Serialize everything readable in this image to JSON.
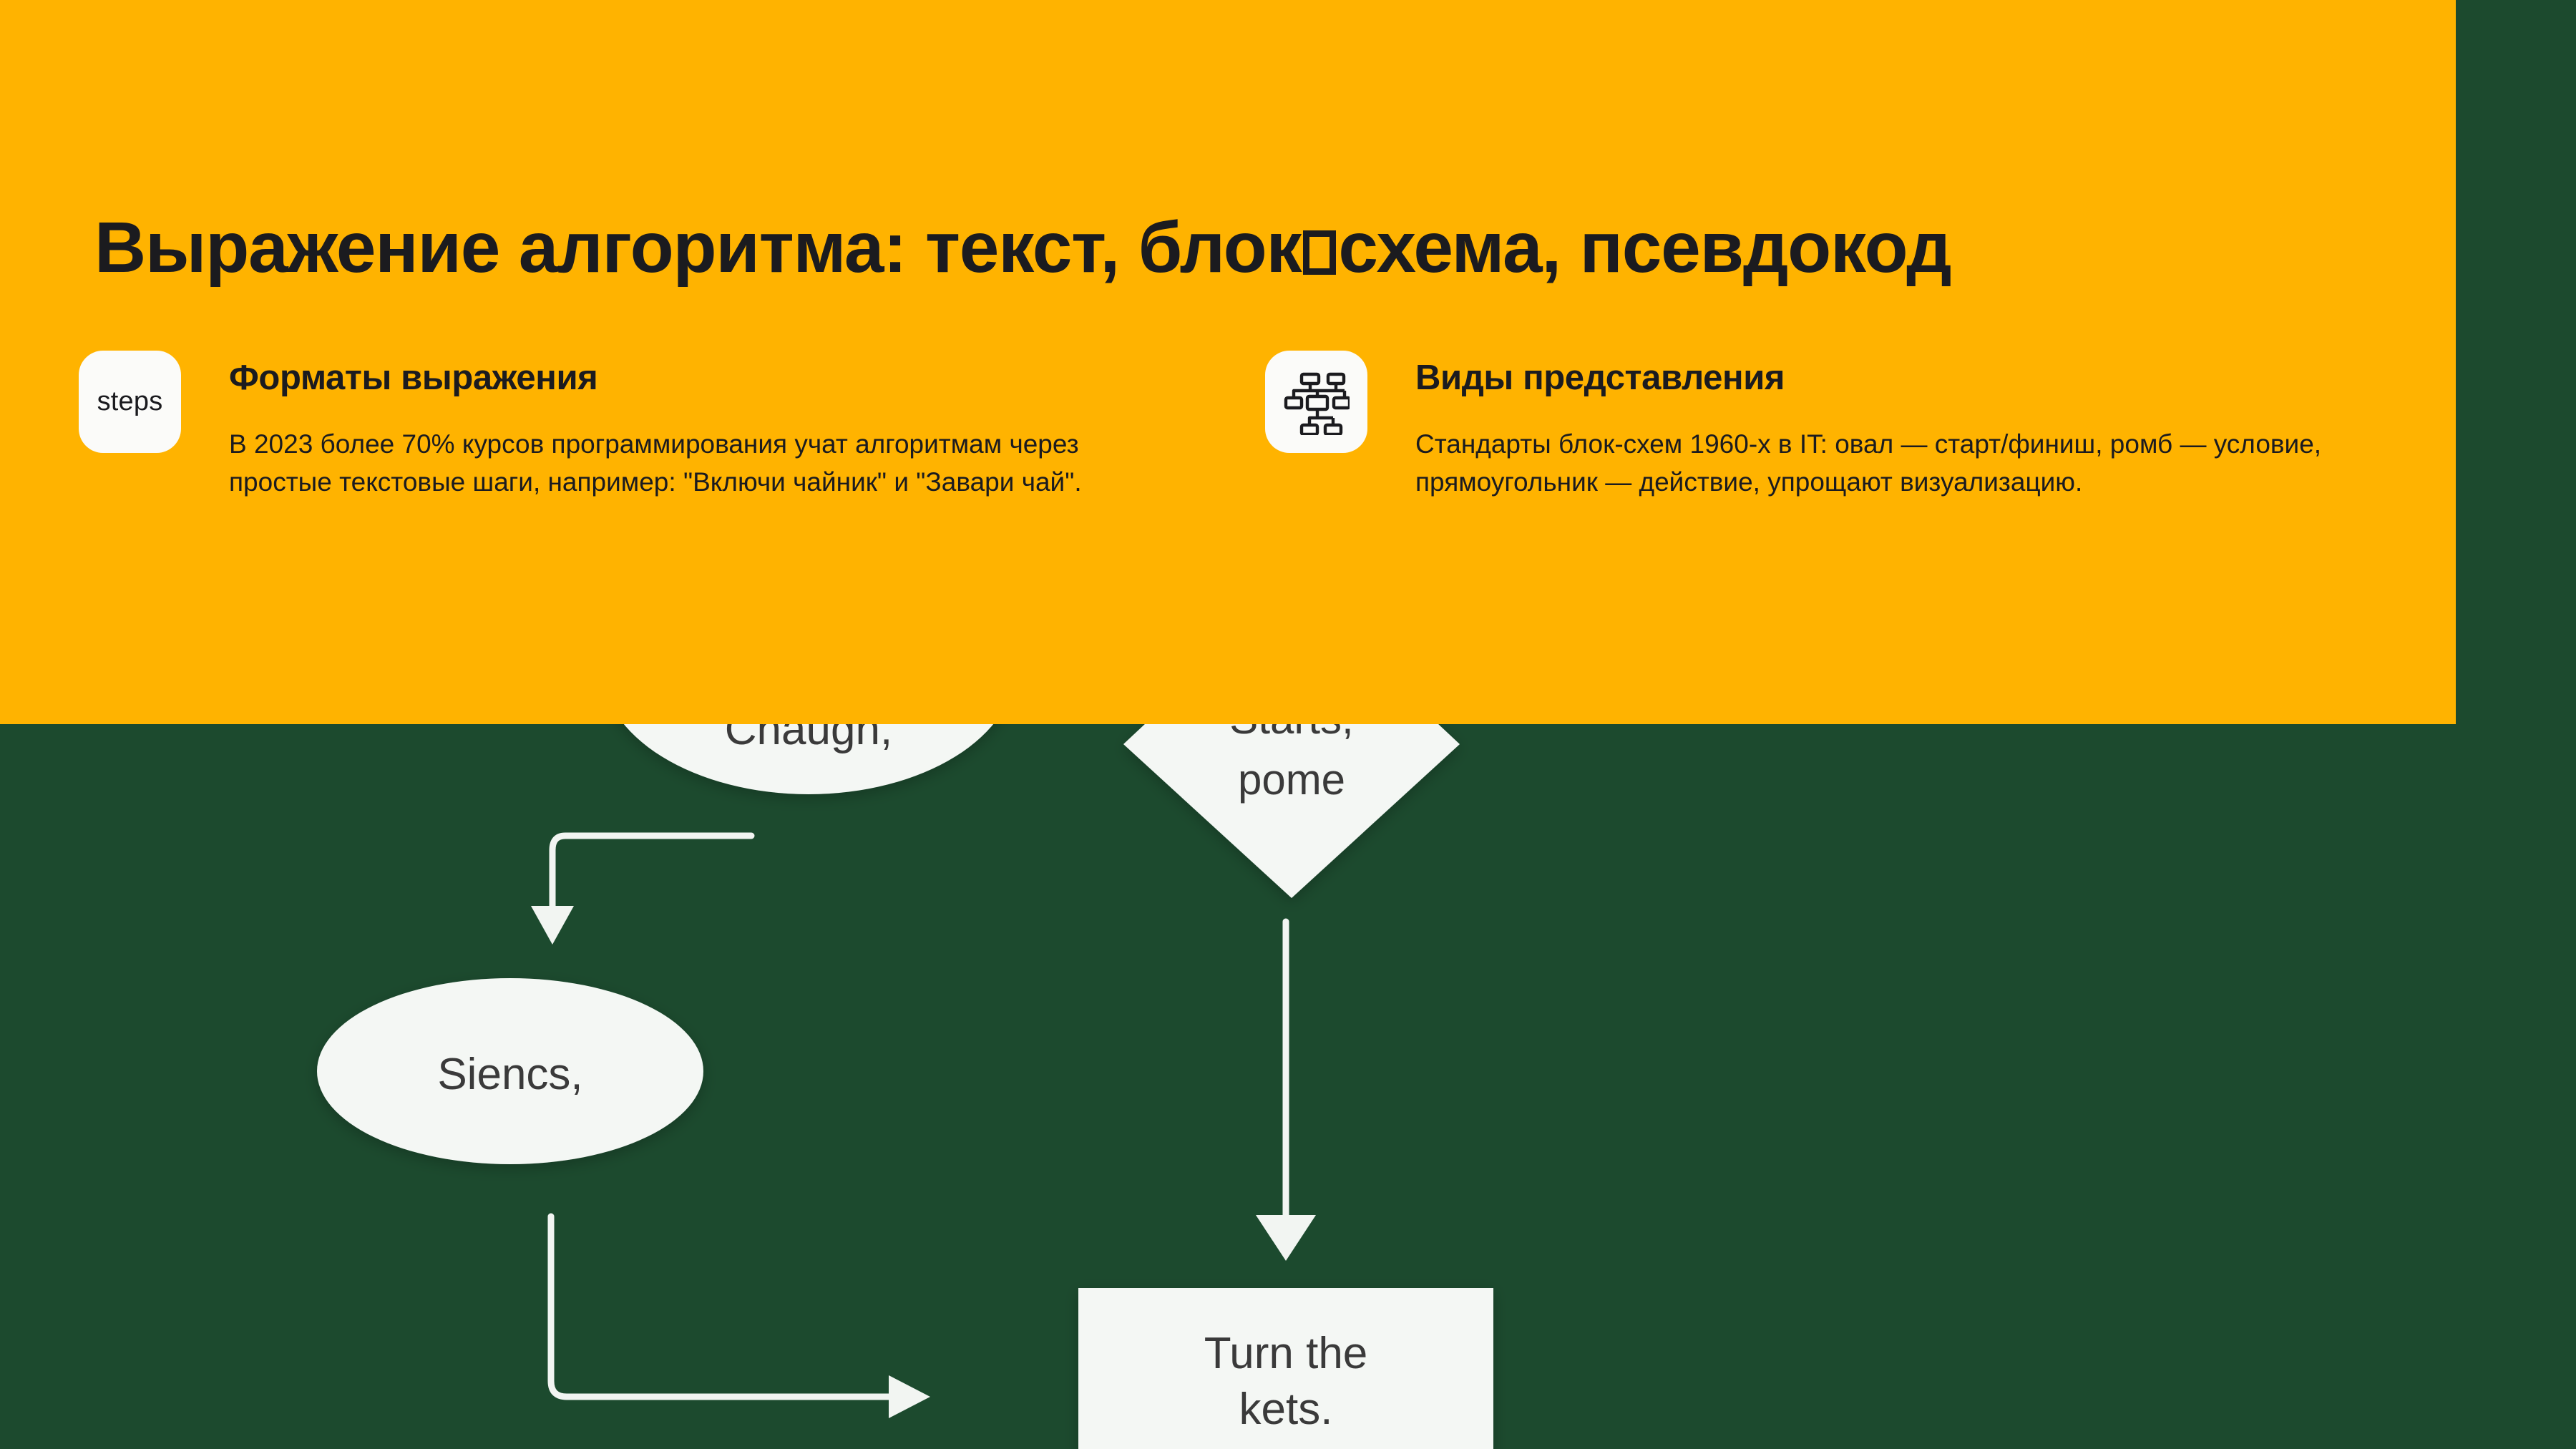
{
  "slide": {
    "title_part1": "Выражение алгоритма: текст, блок",
    "title_missing_glyph": "□",
    "title_part2": "схема, псевдокод",
    "title_full": "Выражение алгоритма: текст, блок□схема, псевдокод",
    "accent_yellow": "#FFB300",
    "backdrop_green": "#1C4A2E",
    "text_dark": "#1B1B1F",
    "card_white": "#FBFBF9"
  },
  "columns": [
    {
      "icon_name": "steps-icon",
      "icon_label": "steps",
      "heading": "Форматы выражения",
      "text": "В 2023 более 70% курсов программирования учат алгоритмам через простые текстовые шаги, например: \"Включи чайник\" и \"Завари чай\"."
    },
    {
      "icon_name": "flowchart-hierarchy-icon",
      "icon_label": "",
      "heading": "Виды представления",
      "text": "Стандарты блок-схем 1960-х в IT: овал — старт/финиш, ромб — условие, прямоугольник — действие, упрощают визуализацию."
    }
  ],
  "background_flowchart": {
    "description": "Partially visible white flowchart on dark green background behind and below the yellow panel",
    "nodes": [
      {
        "id": "node-ellipse-top",
        "shape": "ellipse",
        "label": "Chaugh,",
        "clipped": true
      },
      {
        "id": "node-diamond-top",
        "shape": "diamond",
        "label": "Starts, pome",
        "clipped": true
      },
      {
        "id": "node-ellipse-siencs",
        "shape": "ellipse",
        "label": "Siencs,",
        "clipped": false
      },
      {
        "id": "node-rect-turn",
        "shape": "rectangle",
        "label": "Turn the kets.",
        "clipped": true
      }
    ],
    "connectors": [
      {
        "id": "connector-elbow-down-left",
        "from": "node-ellipse-top",
        "to": "node-ellipse-siencs",
        "style": "elbow",
        "arrow": "down"
      },
      {
        "id": "connector-straight-down",
        "from": "node-diamond-top",
        "to": "node-rect-turn",
        "style": "straight",
        "arrow": "down"
      },
      {
        "id": "connector-elbow-right",
        "from": "node-ellipse-siencs",
        "to": "node-rect-turn",
        "style": "elbow",
        "arrow": "right"
      }
    ],
    "line_color": "#F2F5F2",
    "node_fill": "#F4F7F4"
  }
}
